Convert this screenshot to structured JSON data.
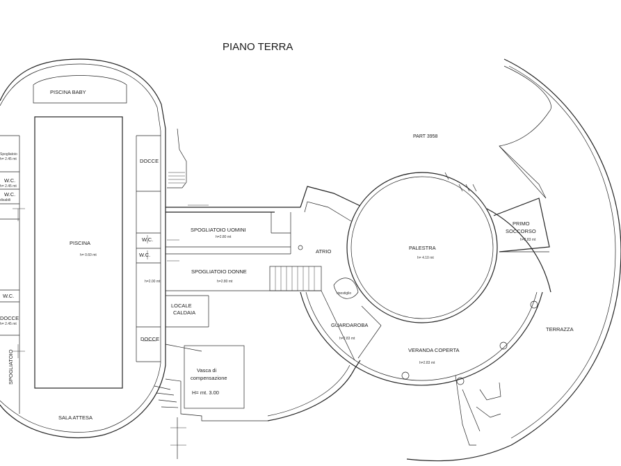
{
  "title": "PIANO TERRA",
  "parcel_label": "PART 3958",
  "rooms": {
    "piscina_baby": "PISCINA BABY",
    "piscina": "PISCINA",
    "piscina_h": "h= 0.60 mt",
    "docce_top": "DOCCE",
    "docce_mid": "DOCCE",
    "docce_left": "DOCCE",
    "docce_left_h": "h= 2.45 mt",
    "wc_left_top": "W.C.",
    "wc_left_top_h": "h= 2.45 mt",
    "wc_left_disabili": "W.C.",
    "wc_left_disabili_sub": "disabili",
    "wc_left_low": "W.C.",
    "spogliatoio_left_top": "Spogliatoio",
    "spogliatoio_left_top_h": "h= 2.45 mt",
    "spogliatoio_left": "SPOGLIATOIO",
    "wc_mid_1": "W.C.",
    "wc_mid_2": "W.C.",
    "h_mid": "h=2.00 mt",
    "spogliatoio_uomini": "SPOGLIATOIO UOMINI",
    "spogliatoio_uomini_h": "h=2.80 mt",
    "spogliatoio_donne": "SPOGLIATOIO DONNE",
    "spogliatoio_donne_h": "h=2.80 mt",
    "locale_caldaia_1": "LOCALE",
    "locale_caldaia_2": "CALDAIA",
    "vasca_1": "Vasca di",
    "vasca_2": "compensazione",
    "vasca_3": "H= mt. 3.00",
    "sala_attesa": "SALA ATTESA",
    "atrio": "ATRIO",
    "palestra": "PALESTRA",
    "palestra_h": "h= 4.10 mt",
    "ripostiglio": "ripostiglio",
    "guardaroba": "GUARDAROBA",
    "guardaroba_h": "h=2.83 mt",
    "veranda_coperta": "VERANDA COPERTA",
    "veranda_h": "h=2.83 mt",
    "primo_soccorso_1": "PRIMO",
    "primo_soccorso_2": "SOCCORSO",
    "primo_soccorso_h": "h=2.83 mt",
    "terrazza": "TERRAZZA"
  }
}
